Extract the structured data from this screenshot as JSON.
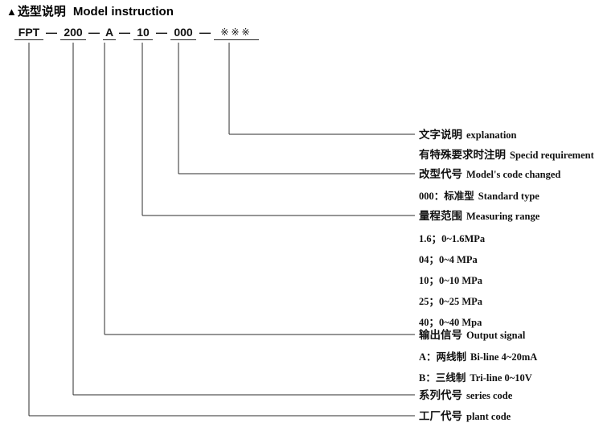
{
  "title": {
    "marker": "▲",
    "cn": "选型说明",
    "en": "Model instruction"
  },
  "model_code": {
    "segments": [
      {
        "text": "FPT",
        "type": "code"
      },
      {
        "text": "200",
        "type": "code"
      },
      {
        "text": "A",
        "type": "code"
      },
      {
        "text": "10",
        "type": "code"
      },
      {
        "text": "000",
        "type": "code"
      },
      {
        "text": "※※※",
        "type": "symbol"
      }
    ],
    "separator": "—"
  },
  "labels": [
    {
      "id": "explanation",
      "cn": "文字说明",
      "en": "explanation",
      "leader": true
    },
    {
      "id": "special-requirement",
      "plain_cn": "有特殊要求时注明",
      "plain_en": "Specid requirement",
      "leader": false
    },
    {
      "id": "model-code-changed",
      "cn": "改型代号",
      "en": "Model's code changed",
      "leader": true
    },
    {
      "id": "standard-type",
      "plain_cn": "000：标准型",
      "plain_en": "Standard type",
      "leader": false
    },
    {
      "id": "measuring-range",
      "cn": "量程范围",
      "en": "Measuring range",
      "leader": true
    },
    {
      "id": "range-1p6",
      "plain_en": "1.6；0~1.6MPa",
      "leader": false
    },
    {
      "id": "range-04",
      "plain_en": "04；0~4 MPa",
      "leader": false
    },
    {
      "id": "range-10",
      "plain_en": "10；0~10 MPa",
      "leader": false
    },
    {
      "id": "range-25",
      "plain_en": "25；0~25 MPa",
      "leader": false
    },
    {
      "id": "range-40",
      "plain_en": "40；0~40 Mpa",
      "leader": false
    },
    {
      "id": "output-signal",
      "cn": "输出信号",
      "en": "Output signal",
      "leader": true
    },
    {
      "id": "signal-a",
      "plain_cn": "A：两线制",
      "plain_en": "Bi-line 4~20mA",
      "leader": false
    },
    {
      "id": "signal-b",
      "plain_cn": "B：三线制",
      "plain_en": "Tri-line 0~10V",
      "leader": false
    },
    {
      "id": "series-code",
      "cn": "系列代号",
      "en": "series code",
      "leader": true
    },
    {
      "id": "plant-code",
      "cn": "工厂代号",
      "en": "plant code",
      "leader": true
    }
  ],
  "colors": {
    "line": "#2b2b2b",
    "text": "#111111",
    "background": "#ffffff"
  }
}
